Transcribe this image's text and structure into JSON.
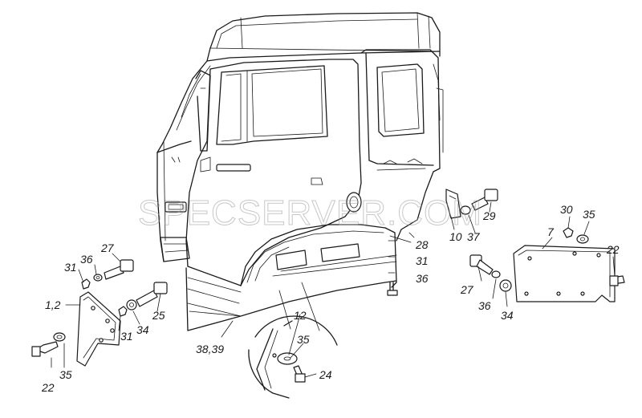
{
  "watermark": "SPECSERVER.COM",
  "callouts": {
    "c1_2": "1,2",
    "c22a": "22",
    "c35a": "35",
    "c31a": "31",
    "c36a": "36",
    "c27a": "27",
    "c31b": "31",
    "c34a": "34",
    "c25": "25",
    "c38_39": "38,39",
    "c12": "12",
    "c35b": "35",
    "c24": "24",
    "c28": "28",
    "c31c": "31",
    "c36b": "36",
    "c29": "29",
    "c10": "10",
    "c37": "37",
    "c30": "30",
    "c35c": "35",
    "c7": "7",
    "c22b": "22",
    "c27b": "27",
    "c36c": "36",
    "c34b": "34"
  },
  "colors": {
    "line": "#1a1a1a",
    "watermark": "#9a9a9a",
    "background": "#ffffff"
  }
}
